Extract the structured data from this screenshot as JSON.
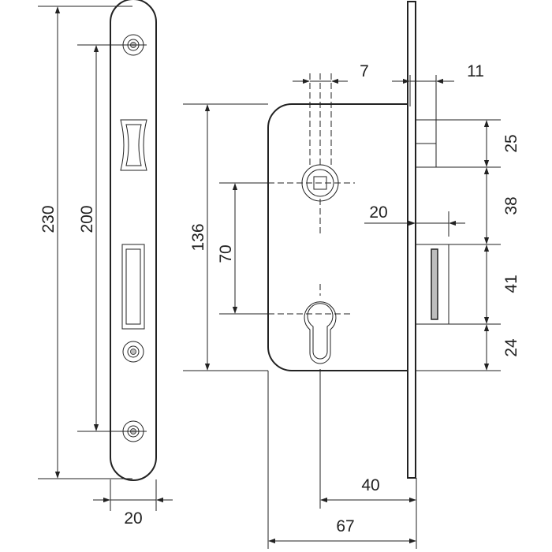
{
  "drawing": {
    "colors": {
      "line": "#222222",
      "fill": "#ffffff",
      "shade": "#bdbdbd"
    },
    "dimensions": {
      "faceplate_length": "230",
      "screw_spacing": "200",
      "faceplate_width": "20",
      "body_height": "136",
      "handle_to_cylinder": "70",
      "spindle_width": "7",
      "faceplate_thickness": "11",
      "latch_height": "25",
      "latch_to_bolt": "38",
      "bolt_projection": "20",
      "bolt_height": "41",
      "bolt_to_bottom": "24",
      "backset": "40",
      "body_depth": "67"
    }
  }
}
